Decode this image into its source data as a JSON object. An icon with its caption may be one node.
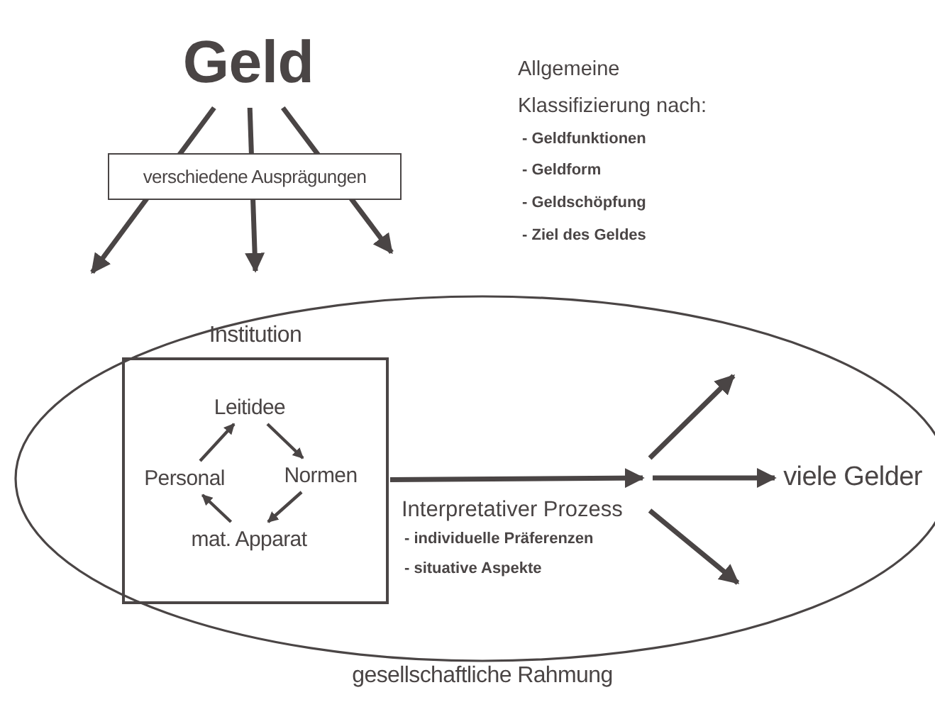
{
  "diagram": {
    "nodes": [
      {
        "text": [
          "Geld"
        ]
      },
      {
        "text": [
          "verschiedene Ausprägungen"
        ]
      },
      {
        "text": [],
        "shape": "ellipse",
        "beside": [
          "gesellschaftliche Rahmung"
        ]
      },
      {
        "text": [
          "Institution"
        ],
        "in": 2
      },
      {
        "text": [
          "Leitidee"
        ],
        "in": 3
      },
      {
        "text": [
          "Personal"
        ],
        "in": 3
      },
      {
        "text": [
          "Normen"
        ],
        "in": 3
      },
      {
        "text": [
          "mat. Apparat"
        ],
        "in": 3
      },
      {
        "text": [
          "viele Gelder"
        ],
        "in": 2
      }
    ],
    "edges": [
      {
        "from": 0,
        "to": null,
        "arrow": "to"
      },
      {
        "from": 0,
        "to": null,
        "arrow": "to"
      },
      {
        "from": 0,
        "to": null,
        "arrow": "to"
      },
      {
        "from": 5,
        "to": 4,
        "arrow": "to"
      },
      {
        "from": 4,
        "to": 6,
        "arrow": "to"
      },
      {
        "from": 6,
        "to": 7,
        "arrow": "to"
      },
      {
        "from": 7,
        "to": 5,
        "arrow": "to"
      },
      {
        "from": 3,
        "to": null,
        "arrow": "to"
      },
      {
        "from": null,
        "to": 8,
        "arrow": "to"
      }
    ],
    "labels": [
      "Allgemeine Klassifizierung nach:",
      "- Geldfunktionen",
      "- Geldform",
      "- Geldschöpfung",
      "- Ziel des Geldes",
      "Interpretativer Prozess",
      "- individuelle Präferenzen",
      "- situative Aspekte"
    ]
  }
}
